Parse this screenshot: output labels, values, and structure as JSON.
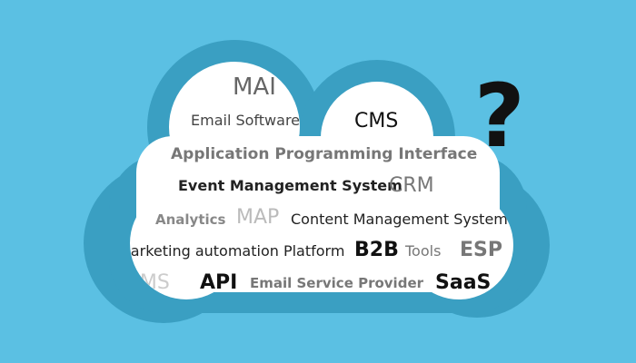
{
  "colors": {
    "background": "#5bc0e3",
    "cloud_outline": "#3a9fc2",
    "cloud_fill": "#ffffff",
    "text_dark": "#111111",
    "text_mid": "#555555",
    "text_light": "#aaaaaa"
  },
  "question_mark": "?",
  "words": [
    {
      "id": "word-mai",
      "text": "MAI"
    },
    {
      "id": "word-email-software",
      "text": "Email Software"
    },
    {
      "id": "word-cms",
      "text": "CMS"
    },
    {
      "id": "word-api-full",
      "text": "Application Programming Interface"
    },
    {
      "id": "word-event-mgmt",
      "text": "Event Management System"
    },
    {
      "id": "word-crm",
      "text": "CRM"
    },
    {
      "id": "word-analytics",
      "text": "Analytics"
    },
    {
      "id": "word-map",
      "text": "MAP"
    },
    {
      "id": "word-cms-full",
      "text": "Content Management System"
    },
    {
      "id": "word-map-full",
      "text": "Marketing automation Platform"
    },
    {
      "id": "word-b2b",
      "text": "B2B"
    },
    {
      "id": "word-tools",
      "text": "Tools"
    },
    {
      "id": "word-esp",
      "text": "ESP"
    },
    {
      "id": "word-ems",
      "text": "EMS"
    },
    {
      "id": "word-api",
      "text": "API"
    },
    {
      "id": "word-esp-full",
      "text": "Email Service Provider"
    },
    {
      "id": "word-saas",
      "text": "SaaS"
    }
  ]
}
